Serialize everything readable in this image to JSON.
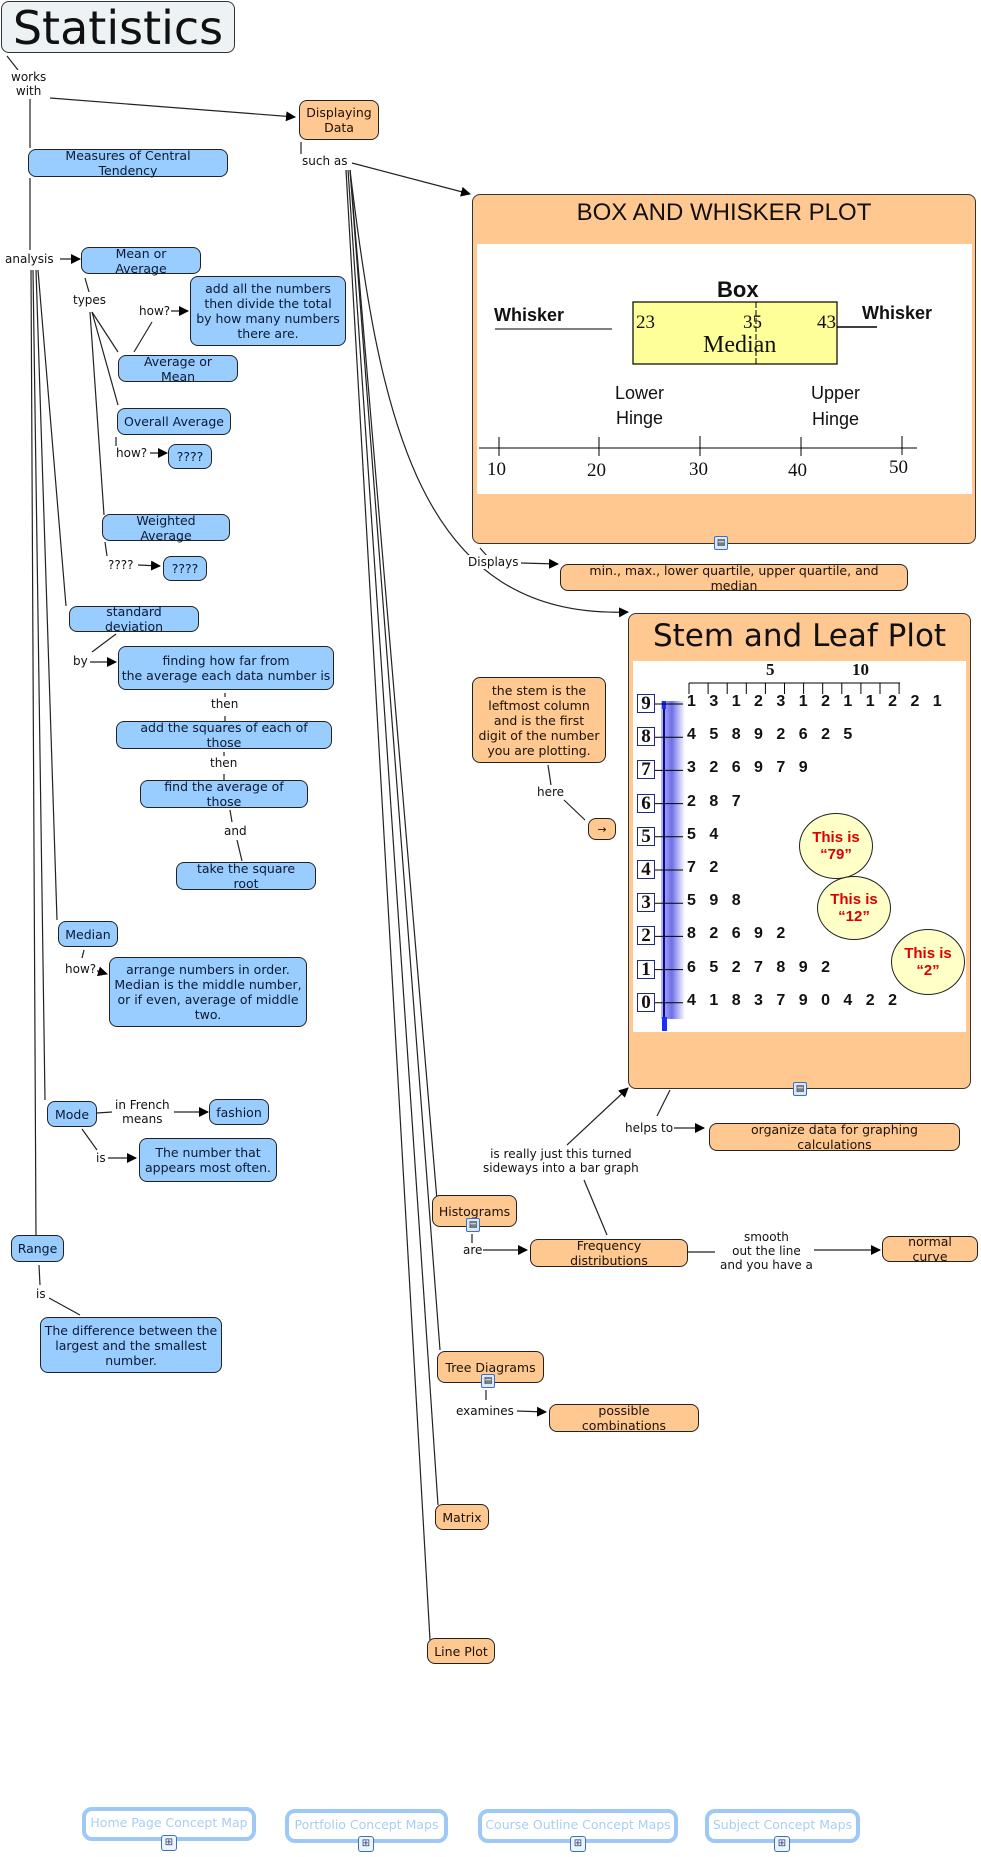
{
  "title": "Statistics",
  "links": {
    "works_with": "works\nwith",
    "analysis": "analysis",
    "such_as": "such as",
    "types": "types",
    "how_avg": "how?",
    "how_overall": "how?",
    "weighted_link": "????",
    "by": "by",
    "then1": "then",
    "then2": "then",
    "and": "and",
    "how_median": "how?",
    "in_french_means": "in French\nmeans",
    "mode_is": "is",
    "range_is": "is",
    "displays": "Displays",
    "here": "here",
    "helps_to": "helps to",
    "turned_sideways": "is really just this turned\nsideways into a bar graph",
    "are": "are",
    "smooth": "smooth\nout the line\nand you have a",
    "examines": "examines"
  },
  "nodes": {
    "displaying_data": "Displaying\nData",
    "measures_central": "Measures of Central Tendency",
    "mean_or_average": "Mean or Average",
    "add_all": "add all the numbers\nthen divide the total\nby how many numbers\nthere are.",
    "average_or_mean": "Average or Mean",
    "overall_average": "Overall Average",
    "overall_q": "????",
    "weighted_average": "Weighted Average",
    "weighted_q": "????",
    "std_dev": "standard deviation",
    "finding_far": "finding how far from\nthe average each data number is",
    "add_squares": "add the squares of each of those",
    "find_average": "find the average of those",
    "square_root": "take the square root",
    "median": "Median",
    "median_def": "arrange numbers in order.\nMedian is the middle number,\nor if even, average of middle\ntwo.",
    "mode": "Mode",
    "fashion": "fashion",
    "mode_def": "The number that\nappears most often.",
    "range": "Range",
    "range_def": "The difference between the\nlargest and the smallest\nnumber.",
    "box_plot_title": "BOX AND WHISKER PLOT",
    "box_displays": "min., max., lower quartile, upper quartile, and median",
    "stem_leaf_title": "Stem and Leaf Plot",
    "stem_note": "the stem is the\nleftmost column\nand is the first\ndigit of the number\nyou are plotting.",
    "arrow_node": "→",
    "organize": "organize data for graphing calculations",
    "histograms": "Histograms",
    "freq_dist": "Frequency distributions",
    "normal_curve": "normal curve",
    "tree_diagrams": "Tree Diagrams",
    "combinations": "possible combinations",
    "matrix": "Matrix",
    "line_plot": "Line Plot"
  },
  "box_plot": {
    "box_label": "Box",
    "whisker_left": "Whisker",
    "whisker_right": "Whisker",
    "lower_hinge": "Lower\nHinge",
    "upper_hinge": "Upper\nHinge",
    "median_label": "Median",
    "q1": "23",
    "median": "35",
    "q3": "43",
    "ticks": [
      "10",
      "20",
      "30",
      "40",
      "50"
    ]
  },
  "stem_leaf": {
    "scale_labels": [
      "5",
      "10"
    ],
    "rows": [
      {
        "stem": "9",
        "leaves": "1 3 1 2 3 1 2 1 1 2 2 1"
      },
      {
        "stem": "8",
        "leaves": "4 5 8 9 2 6 2 5"
      },
      {
        "stem": "7",
        "leaves": "3 2 6 9 7 9"
      },
      {
        "stem": "6",
        "leaves": "2 8 7"
      },
      {
        "stem": "5",
        "leaves": "5 4"
      },
      {
        "stem": "4",
        "leaves": "7 2"
      },
      {
        "stem": "3",
        "leaves": "5 9 8"
      },
      {
        "stem": "2",
        "leaves": "8 2 6 9 2"
      },
      {
        "stem": "1",
        "leaves": "6 5 2 7 8 9 2"
      },
      {
        "stem": "0",
        "leaves": "4 1 8 3 7 9 0 4 2 2"
      }
    ],
    "bubbles": [
      "This is\n“79”",
      "This is\n“12”",
      "This is\n“2”"
    ]
  },
  "footer": [
    "Home Page Concept Map",
    "Portfolio Concept Maps",
    "Course Outline Concept Maps",
    "Subject Concept Maps"
  ],
  "colors": {
    "concept_blue": "#99ccff",
    "concept_orange": "#ffc891",
    "footer_blue": "#9ec9f7",
    "box_yellow": "#ffff99",
    "bubble_red": "#dd0000"
  }
}
